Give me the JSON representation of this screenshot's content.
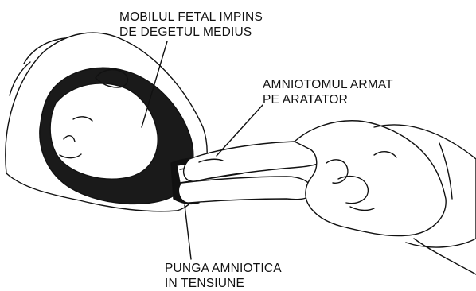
{
  "labels": {
    "fetal_head": {
      "line1": "MOBILUL FETAL IMPINS",
      "line2": "DE DEGETUL MEDIUS"
    },
    "amniotome": {
      "line1": "AMNIOTOMUL ARMAT",
      "line2": "PE ARATATOR"
    },
    "amniotic_sac": {
      "line1": "PUNGA AMNIOTICA",
      "line2": "IN TENSIUNE"
    }
  },
  "colors": {
    "ink": "#111111",
    "background": "#ffffff"
  }
}
